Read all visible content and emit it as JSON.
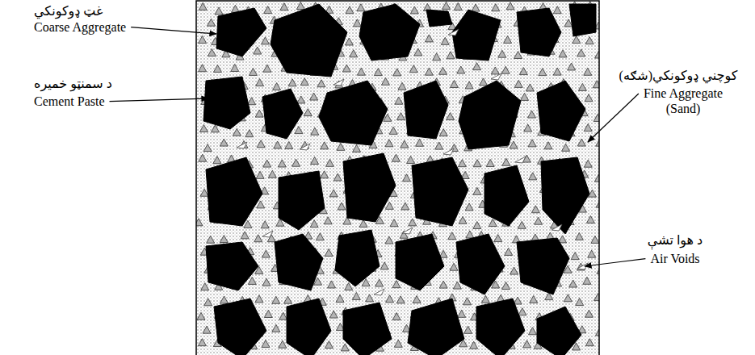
{
  "diagram": {
    "labels": [
      "غټ ډوکونکي",
      "Coarse Aggregate",
      "د سمنټو خمیره",
      "Cement Paste",
      "کوچني ډوکونکي(شګه)",
      "Fine Aggregate (Sand)",
      "د هوا تشې",
      "Air Voids"
    ]
  }
}
